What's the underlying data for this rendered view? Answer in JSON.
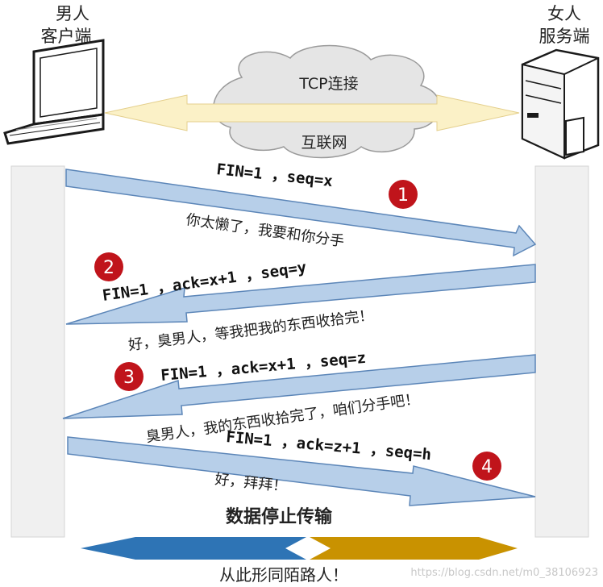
{
  "client": {
    "line1": "男人",
    "line2": "客户端"
  },
  "server": {
    "line1": "女人",
    "line2": "服务端"
  },
  "network": {
    "connection": "TCP连接",
    "internet": "互联网"
  },
  "steps": [
    {
      "number": "1",
      "packet": "FIN=1 ，seq=x",
      "message": "你太懒了，我要和你分手"
    },
    {
      "number": "2",
      "packet": "FIN=1 ，ack=x+1 ，seq=y",
      "message": "好，臭男人，等我把我的东西收拾完！"
    },
    {
      "number": "3",
      "packet": "FIN=1 ，ack=x+1 ，seq=z",
      "message": "臭男人，我的东西收拾完了，咱们分手吧！"
    },
    {
      "number": "4",
      "packet": "FIN=1 ，ack=z+1 ，seq=h",
      "message": "好，拜拜！"
    }
  ],
  "stop_text": "数据停止传输",
  "footer_text": "从此形同陌路人！",
  "watermark": "https://blog.csdn.net/m0_38106923",
  "colors": {
    "arrow_fill": "#b7cfe9",
    "arrow_stroke": "#5c86b8",
    "badge": "#c0141b",
    "timeline": "#f0f0f0",
    "link_arrow": "#fbf1c7",
    "left_banner": "#2e74b5",
    "right_banner": "#c99200"
  }
}
